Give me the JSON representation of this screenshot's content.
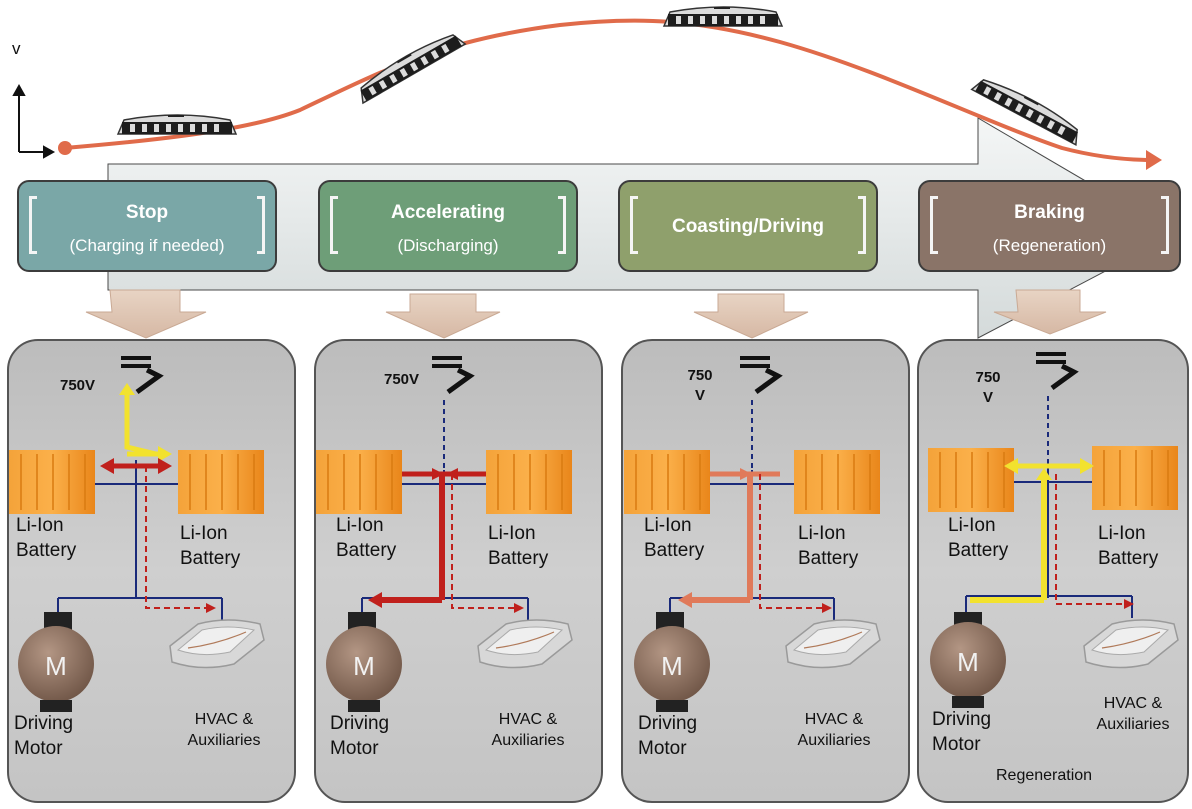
{
  "axis": {
    "y_label": "v"
  },
  "phases": [
    {
      "title": "Stop",
      "subtitle": "(Charging if needed)",
      "color": "#7aa7a7"
    },
    {
      "title": "Accelerating",
      "subtitle": "(Discharging)",
      "color": "#6e9e78"
    },
    {
      "title": "Coasting/Driving",
      "subtitle": "",
      "color": "#8fa06c"
    },
    {
      "title": "Braking",
      "subtitle": "(Regeneration)",
      "color": "#8a7468"
    }
  ],
  "panels": [
    {
      "voltage": "750V",
      "battery_left": "Li-Ion\nBattery",
      "battery_right": "Li-Ion\nBattery",
      "motor_letter": "M",
      "motor_label": "Driving\nMotor",
      "aux_label": "HVAC &\nAuxiliaries",
      "note": ""
    },
    {
      "voltage": "750V",
      "battery_left": "Li-Ion\nBattery",
      "battery_right": "Li-Ion\nBattery",
      "motor_letter": "M",
      "motor_label": "Driving\nMotor",
      "aux_label": "HVAC &\nAuxiliaries",
      "note": ""
    },
    {
      "voltage": "750\nV",
      "battery_left": "Li-Ion\nBattery",
      "battery_right": "Li-Ion\nBattery",
      "motor_letter": "M",
      "motor_label": "Driving\nMotor",
      "aux_label": "HVAC &\nAuxiliaries",
      "note": ""
    },
    {
      "voltage": "750\nV",
      "battery_left": "Li-Ion\nBattery",
      "battery_right": "Li-Ion\nBattery",
      "motor_letter": "M",
      "motor_label": "Driving\nMotor",
      "aux_label": "HVAC &\nAuxiliaries",
      "note": "Regeneration"
    }
  ],
  "colors": {
    "speed_curve": "#e06b4a",
    "flow_red": "#c0201c",
    "flow_salmon": "#e07a5a",
    "flow_yellow": "#f2e22e",
    "battery": "#f7941d",
    "wire": "#1a2a7a",
    "panel": "#c8c8c8"
  },
  "icons": [
    "tram-icon",
    "pantograph-icon",
    "battery-icon",
    "motor-icon",
    "hvac-unit-icon",
    "down-arrow-icon"
  ]
}
